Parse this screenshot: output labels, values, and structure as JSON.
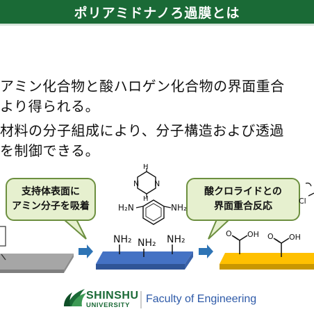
{
  "title": "ポリアミドナノろ過膜とは",
  "body_lines": [
    "アミン化合物と酸ハロゲン化合物の界面重合",
    "より得られる。",
    "材料の分子組成により、分子構造および透過",
    "を制御できる。"
  ],
  "bubble_left": [
    "支持体表面に",
    "アミン分子を吸着"
  ],
  "bubble_right": [
    "酸クロライドとの",
    "界面重合反応"
  ],
  "chem_left": {
    "piperazine_n_top": "N",
    "piperazine_n_bottom": "N",
    "h_top": "H",
    "h_bottom": "H",
    "mpd_nh2_left": "H₂N",
    "mpd_nh2_right": "NH₂"
  },
  "nh2_label": "NH₂",
  "oh_label": "OH",
  "o_label": "O",
  "cl_label": "Cl",
  "footer": {
    "brand_top": "SHINSHU",
    "brand_bottom": "UNIVERSITY",
    "faculty": "Faculty of Engineering"
  },
  "colors": {
    "title_bg": "#1a6a36",
    "bubble_fill": "#e6f0cf",
    "bubble_border": "#6c8f3f",
    "arrow_blue": "#2e74b5",
    "layer_gray": "#a6a6a6",
    "layer_blue": "#4472c4",
    "layer_yellow": "#ffc000"
  }
}
